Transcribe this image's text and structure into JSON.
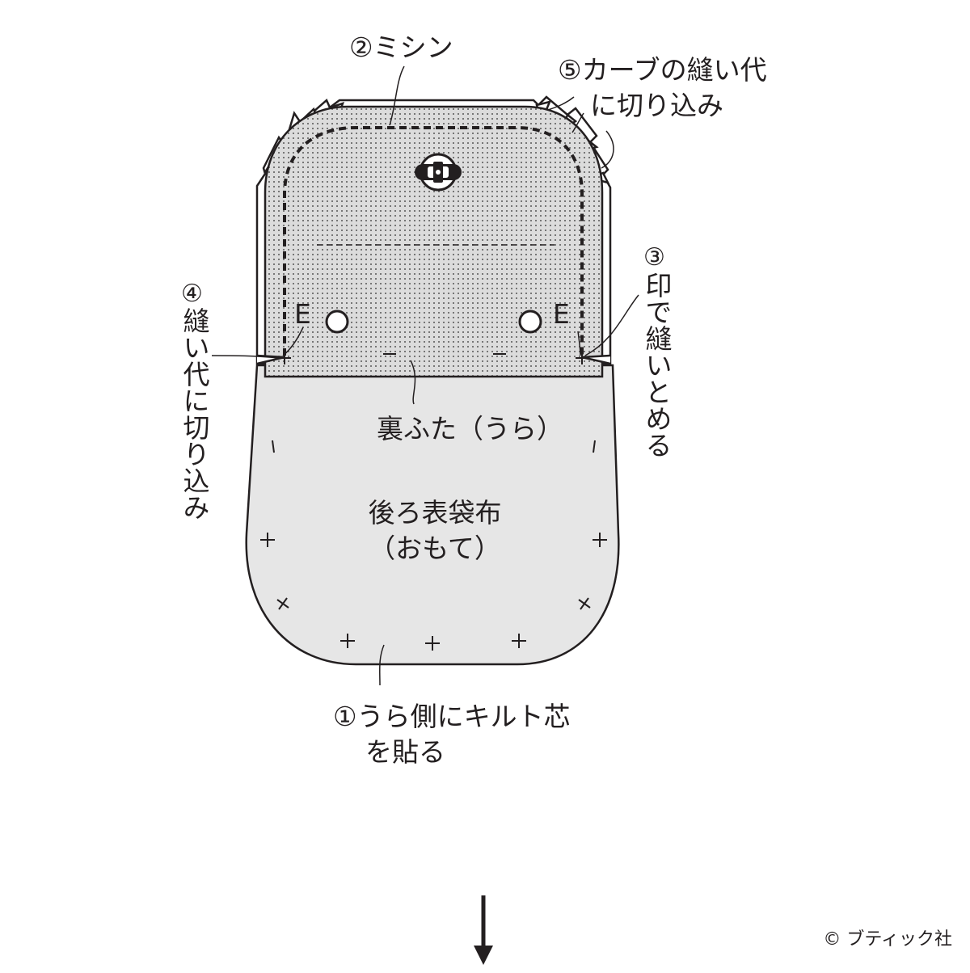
{
  "labels": {
    "step1_line1": "①うら側にキルト芯",
    "step1_line2": "を貼る",
    "step2": "②ミシン",
    "step3_num": "③",
    "step3_text": "印で縫いとめる",
    "step4_num": "④",
    "step4_text": "縫い代に切り込み",
    "step5_line1": "⑤カーブの縫い代",
    "step5_line2": "に切り込み",
    "lining_flap": "裏ふた（うら）",
    "back_fabric_line1": "後ろ表袋布",
    "back_fabric_line2": "（おもて）",
    "mark_e_left": "E",
    "mark_e_right": "E"
  },
  "copyright": "ブティック社",
  "colors": {
    "line": "#231f20",
    "flap_fill": "#dcdcdc",
    "dots": "#555555",
    "body_fill": "#e6e6e6",
    "background": "#ffffff"
  },
  "icons": {
    "clasp": "turn-lock-clasp-icon",
    "arrow": "arrow-down-icon",
    "copyright": "copyright-icon"
  }
}
